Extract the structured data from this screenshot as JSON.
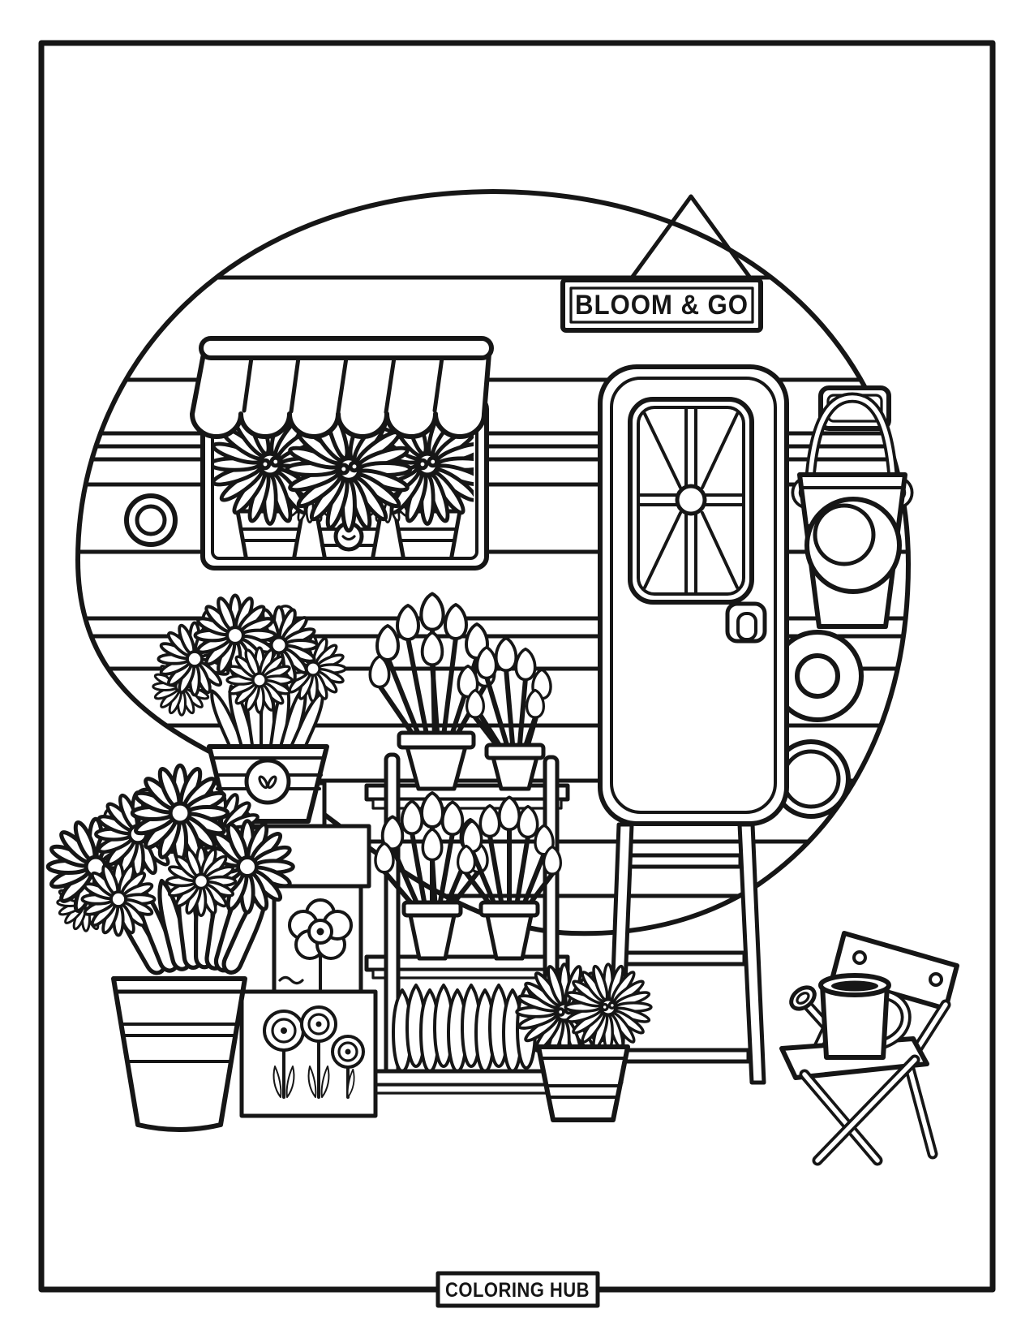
{
  "title": "Bloom & Go camper flower shop coloring page",
  "colors": {
    "ink": "#161616",
    "paper": "#ffffff"
  },
  "sign": {
    "label": "BLOOM & GO"
  },
  "footer": {
    "label": "COLORING HUB"
  }
}
